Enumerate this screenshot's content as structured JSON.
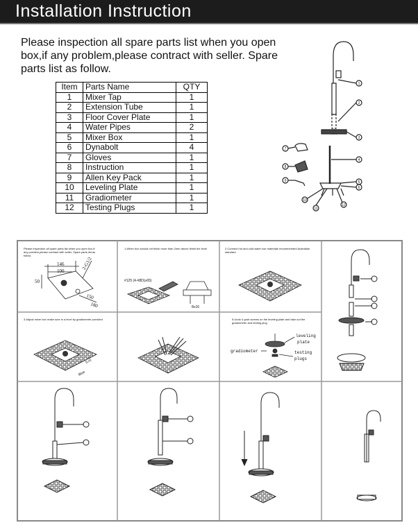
{
  "header": {
    "title": "Installation Instruction"
  },
  "intro": {
    "text": "Please inspection all spare parts list when you open box,if any problem,please contract with seller. Spare parts list as follow."
  },
  "parts_table": {
    "headers": [
      "Item",
      "Parts Name",
      "QTY"
    ],
    "rows": [
      [
        "1",
        "Mixer Tap",
        "1"
      ],
      [
        "2",
        "Extension Tube",
        "1"
      ],
      [
        "3",
        "Floor Cover Plate",
        "1"
      ],
      [
        "4",
        "Water Pipes",
        "2"
      ],
      [
        "5",
        "Mixer Box",
        "1"
      ],
      [
        "6",
        "Dynabolt",
        "4"
      ],
      [
        "7",
        "Gloves",
        "1"
      ],
      [
        "8",
        "Instruction",
        "1"
      ],
      [
        "9",
        "Allen Key Pack",
        "1"
      ],
      [
        "10",
        "Leveling Plate",
        "1"
      ],
      [
        "11",
        "Gradiometer",
        "1"
      ],
      [
        "12",
        "Testing Plugs",
        "1"
      ]
    ]
  },
  "steps": {
    "s1_note": "Please inspection all spare parts list when you open box,if any problem,please contract with seller. Spare parts list as follow.",
    "s1_dim_146": "146",
    "s1_dim_100": "100",
    "s1_dim_50": "50",
    "s1_dim_g12": "2-G1/2",
    "s1_dim_150": "150",
    "s1_dim_180": "180",
    "s2_note": "1.When box should not finish more than 2mm above finish the level",
    "s2_dim_125": "#125 (4-#8D)≥65)",
    "s2_dim_16": "8≤16",
    "s3_note": "2.Connect hot and cold water use materials recommended Australian standard",
    "s5_note": "3.Adjust mixer box make sure in a level by gradiometer provided",
    "s7_note": "5.Undo 4 grub screws on the leveling plate and take out the gradiometer and testing plug",
    "s7_label_leveling": "leveling",
    "s7_label_plate": "plate",
    "s7_label_gradiometer": "gradiometer",
    "s7_label_testing": "testing",
    "s7_label_plugs": "plugs",
    "s5_label_ub": "(Lu)",
    "s5_label_blue": "Blue"
  },
  "callouts": {
    "c1": "1",
    "c2": "2",
    "c3": "3",
    "c4": "4",
    "c5": "5",
    "c6": "6",
    "c7": "7",
    "c8": "8",
    "c9": "9",
    "c10": "10",
    "c11": "11",
    "c12": "12"
  }
}
